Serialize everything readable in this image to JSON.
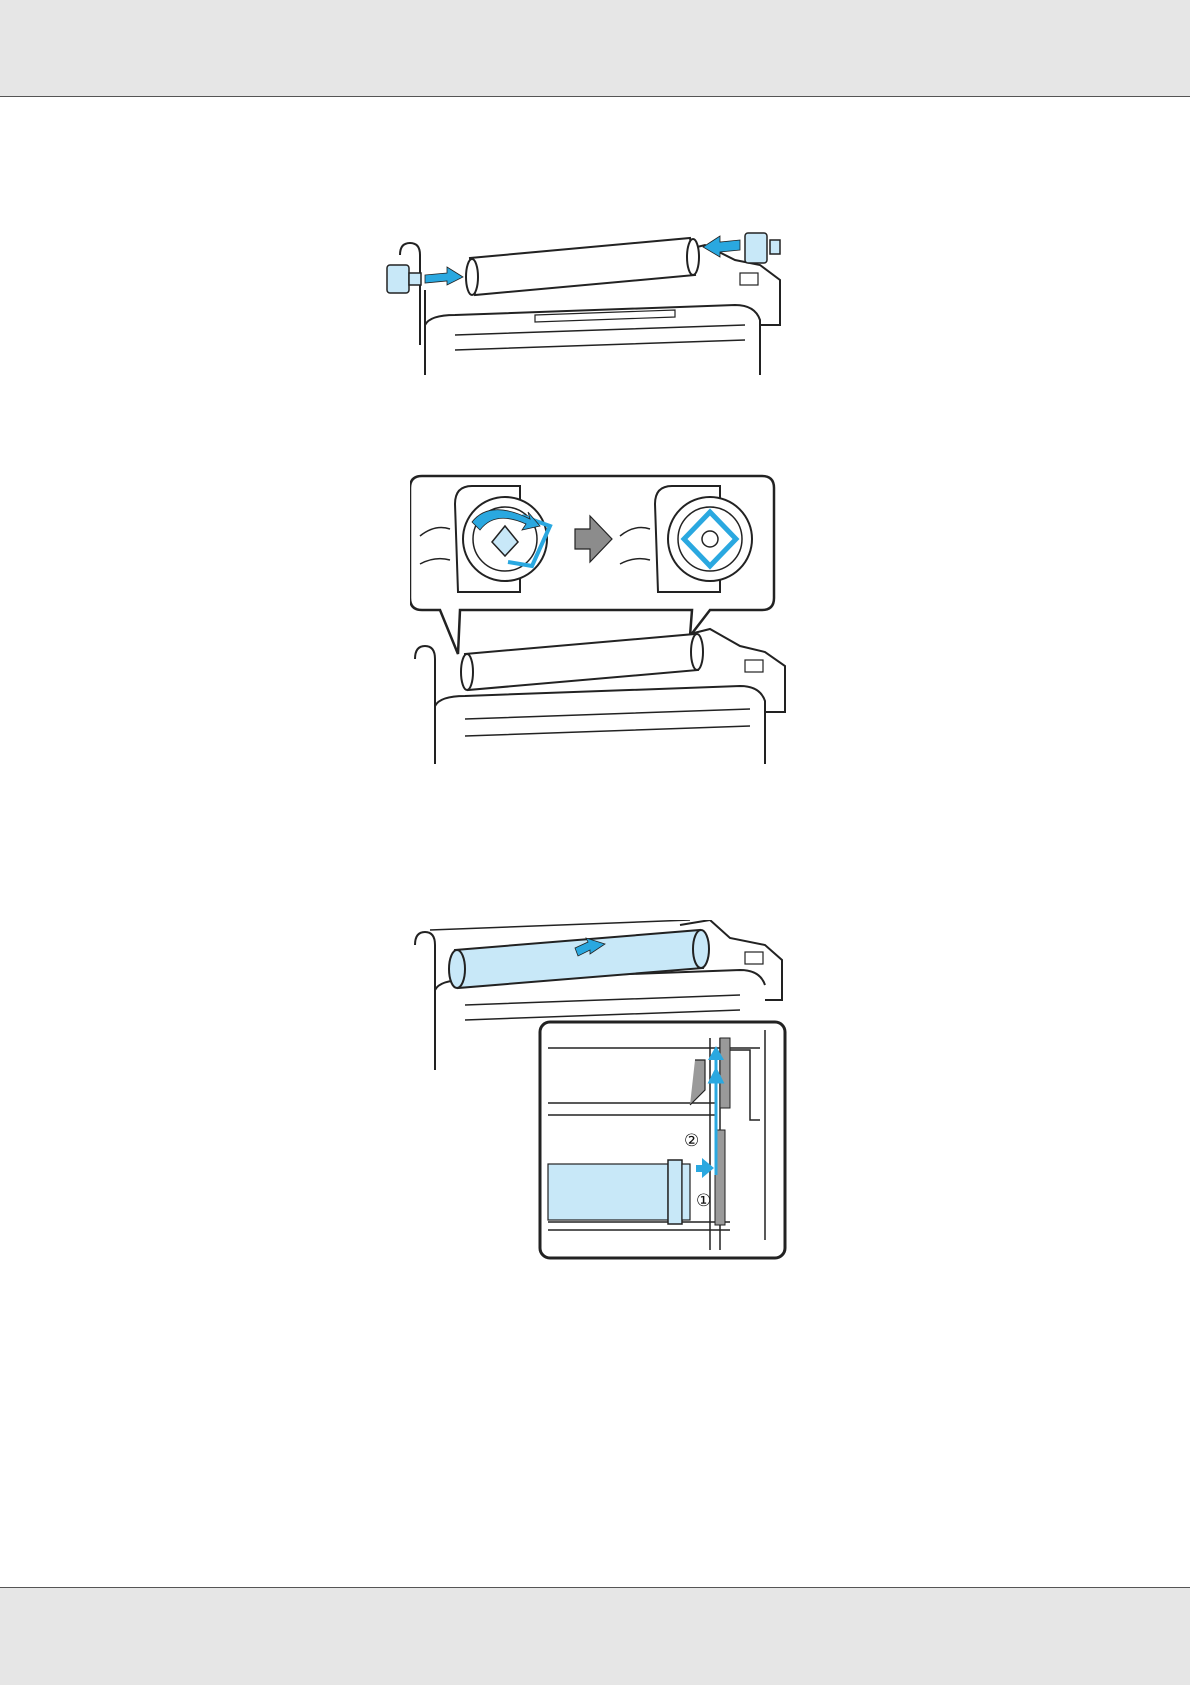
{
  "header": {},
  "footer": {},
  "colors": {
    "accent_blue": "#2aa8e0",
    "paper_blue": "#c8e8f8",
    "arrow_gray": "#8c8c8c",
    "line": "#222222",
    "header_gray": "#e6e6e6"
  },
  "figures": [
    {
      "name": "attach-adapters",
      "icons": [
        "printer-icon",
        "roll-paper-icon",
        "adapter-icon",
        "arrow-right-icon",
        "arrow-left-icon"
      ]
    },
    {
      "name": "lock-adapter-lever",
      "icons": [
        "adapter-lever-icon",
        "gray-arrow-icon",
        "printer-icon"
      ]
    },
    {
      "name": "slide-roll-to-holder",
      "icons": [
        "printer-icon",
        "roll-paper-icon",
        "arrow-up-icon"
      ],
      "callouts": {
        "step1": "①",
        "step2": "②"
      }
    }
  ]
}
